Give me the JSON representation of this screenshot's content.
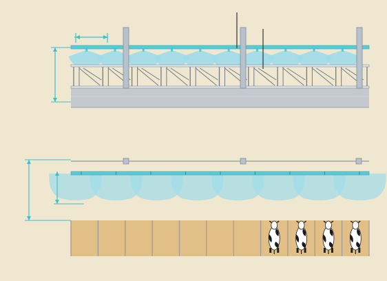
{
  "colors": {
    "background": "#efe7d0",
    "dimension_line": "#3dbfce",
    "pipe": "#5ec8d6",
    "spray": "#9fdbe8",
    "post": "#b7c2cd",
    "post_outline": "#7f8c98",
    "leader_line": "#333333",
    "stall_fill": "#e2bf86",
    "stall_divider": "#9a9a9a",
    "base": "#c3c9cf"
  },
  "side_view": {
    "post_count": 3,
    "stanchion_count": 10,
    "nozzle_count": 10,
    "leader_line_count": 2
  },
  "top_view": {
    "stall_count": 11,
    "occupied_stalls": [
      7,
      8,
      9,
      10
    ],
    "nozzle_count": 8,
    "spray_overlap": "overlapping"
  },
  "icons": {
    "animal": "cow-icon",
    "dimension_arrow": "dimension-arrow-icon"
  }
}
